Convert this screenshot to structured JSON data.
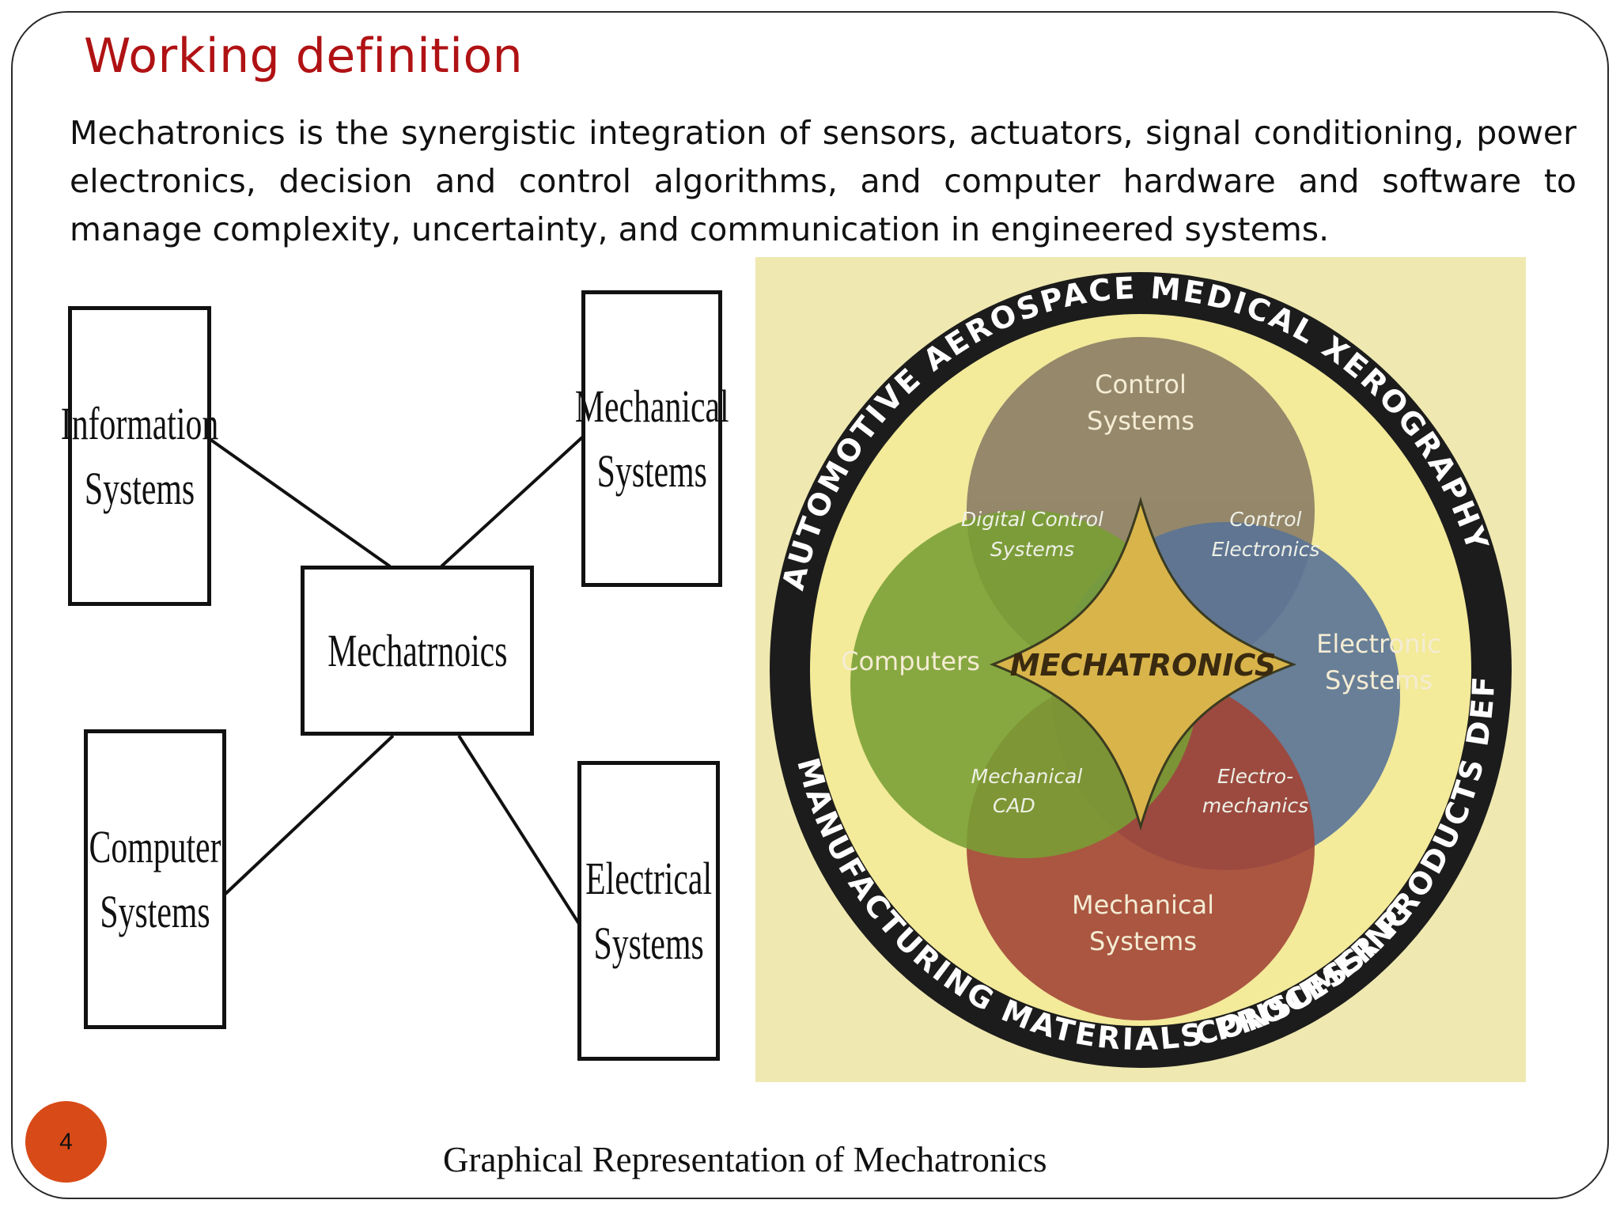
{
  "slide": {
    "title": "Working definition",
    "definition": "Mechatronics is the synergistic integration of sensors, actuators, signal conditioning, power electronics, decision and control algorithms, and computer hardware and software to manage complexity, uncertainty, and communication in engineered systems.",
    "page_number": "4",
    "caption": "Graphical Representation of Mechatronics"
  },
  "block_diagram": {
    "center": "Mechatrnoics",
    "information": "Information\nSystems",
    "mechanical": "Mechanical\nSystems",
    "computer": "Computer\nSystems",
    "electrical": "Electrical\nSystems"
  },
  "venn": {
    "center": "MECHATRONICS",
    "control_1": "Control",
    "control_2": "Systems",
    "electronic_1": "Electronic",
    "electronic_2": "Systems",
    "mechanical_1": "Mechanical",
    "mechanical_2": "Systems",
    "computers": "Computers",
    "digital_1": "Digital Control",
    "digital_2": "Systems",
    "control_electronics_1": "Control",
    "control_electronics_2": "Electronics",
    "mech_cad_1": "Mechanical",
    "mech_cad_2": "CAD",
    "electro_1": "Electro-",
    "electro_2": "mechanics",
    "ring_top": "AUTOMOTIVE  AEROSPACE  MEDICAL  XEROGRAPHY",
    "ring_left": "MANUFACTURING  MATERIALS PROCESSING",
    "ring_bottom": "CONSUMER PRODUCTS  DEFENSE SYSTEMS"
  },
  "colors": {
    "title": "#b01214",
    "badge": "#d84a17",
    "control": "#8d8067",
    "electronic": "#4e6a97",
    "mechanical": "#9c3a30",
    "computers": "#6f9a2c",
    "center": "#d8b44a",
    "ring": "#1c1c1c",
    "wheel_bg": "#efe8b0"
  }
}
